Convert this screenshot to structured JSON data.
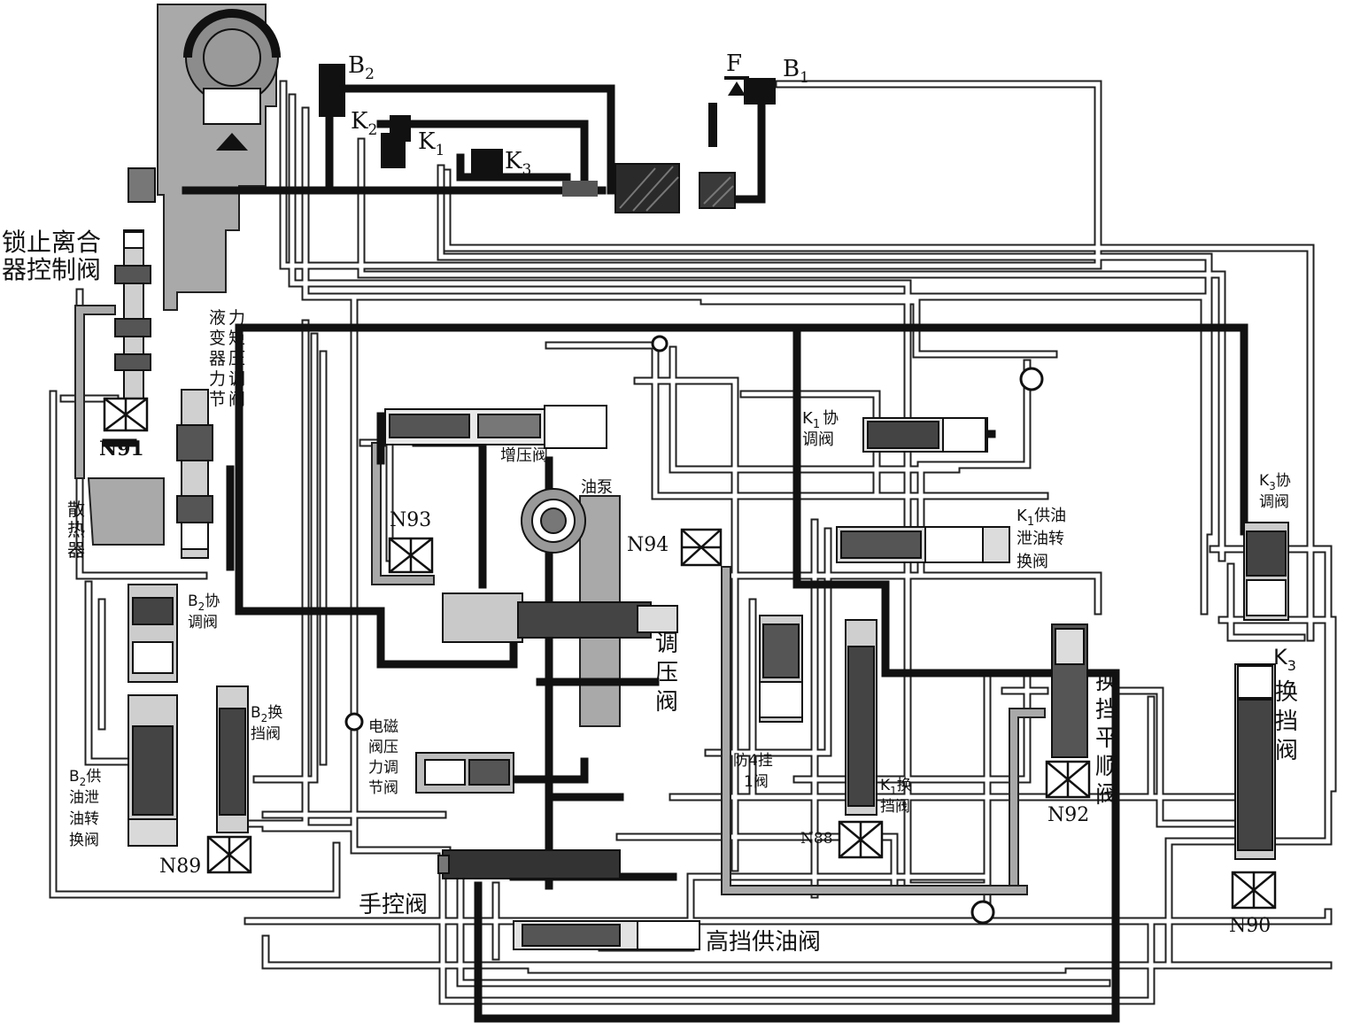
{
  "components": {
    "b2": "B",
    "b2_sub": "2",
    "k2": "K",
    "k2_sub": "2",
    "k1": "K",
    "k1_sub": "1",
    "k3": "K",
    "k3_sub": "3",
    "f": "F",
    "b1": "B",
    "b1_sub": "1"
  },
  "valves": {
    "lockup_line1": "锁止离合",
    "lockup_line2": "器控制阀",
    "tc_pressure_col1": [
      "液",
      "变",
      "器",
      "力",
      "节"
    ],
    "tc_pressure_col2": [
      "力",
      "矩",
      "压",
      "调",
      "阀"
    ],
    "radiator": [
      "散",
      "热",
      "器"
    ],
    "boost_valve": "增压阀",
    "oil_pump": "油泵",
    "k1_coord_line1": "K",
    "k1_coord_sub": "1",
    "k1_coord_line1b": "协",
    "k1_coord_line2": "调阀",
    "k3_coord_line1": "K",
    "k3_coord_sub": "3",
    "k3_coord_line1b": "协",
    "k3_coord_line2": "调阀",
    "k1_supply_line1": "K",
    "k1_supply_sub": "1",
    "k1_supply_line1b": "供油",
    "k1_supply_line2": "泄油转",
    "k1_supply_line3": "换阀",
    "b2_coord_line1": "B",
    "b2_coord_sub": "2",
    "b2_coord_line1b": "协",
    "b2_coord_line2": "调阀",
    "pressure_reg": [
      "调",
      "压",
      "阀"
    ],
    "b2_shift_line1": "B",
    "b2_shift_sub": "2",
    "b2_shift_line1b": "换",
    "b2_shift_line2": "挡阀",
    "b2_supply_line1": "B",
    "b2_supply_sub": "2",
    "b2_supply_line1b": "供",
    "b2_supply_line2": "油泄",
    "b2_supply_line3": "油转",
    "b2_supply_line4": "换阀",
    "sol_pressure": [
      "电磁",
      "阀压",
      "力调",
      "节阀"
    ],
    "anti_4_1_line1": "防4挂",
    "anti_4_1_line2": "1阀",
    "k1_shift_line1": "K",
    "k1_shift_sub": "1",
    "k1_shift_line1b": "换",
    "k1_shift_line2": "挡阀",
    "shift_smooth": [
      "换",
      "挡",
      "平",
      "顺",
      "阀"
    ],
    "k3_shift_line1": "K",
    "k3_shift_sub": "3",
    "k3_shift_col": [
      "换",
      "挡",
      "阀"
    ],
    "manual_valve": "手控阀",
    "high_gear_supply": "高挡供油阀"
  },
  "solenoids": {
    "n91": "N91",
    "n93": "N93",
    "n94": "N94",
    "n89": "N89",
    "n88": "N88",
    "n92": "N92",
    "n90": "N90"
  },
  "colors": {
    "main_line": "#111111",
    "housing": "#a9a9a9",
    "line_outline": "#222222",
    "background": "#ffffff"
  }
}
